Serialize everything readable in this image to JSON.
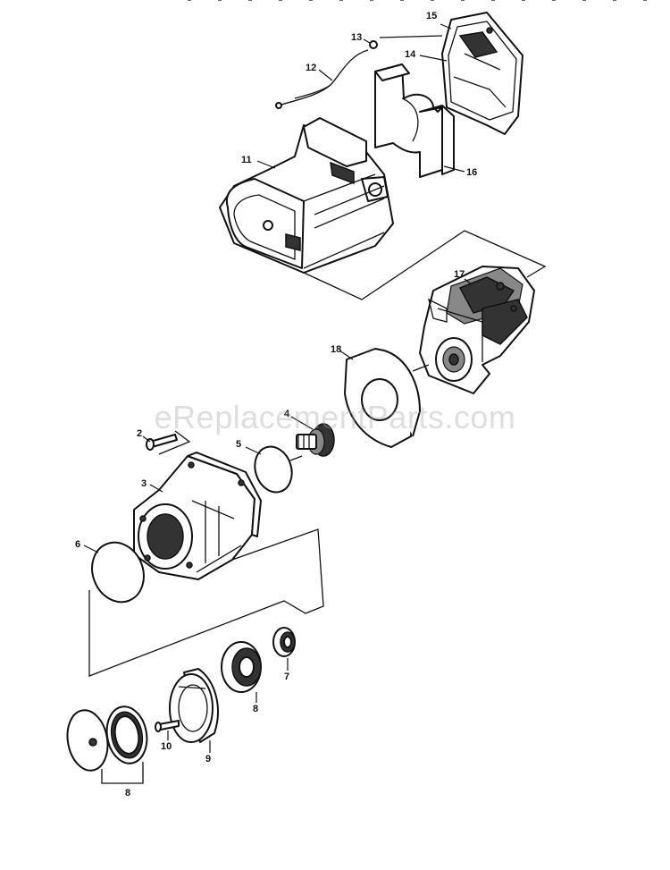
{
  "watermark": "eReplacementParts.com",
  "callouts": {
    "c2": "2",
    "c3": "3",
    "c4": "4",
    "c5": "5",
    "c6": "6",
    "c7": "7",
    "c8": "8",
    "c9": "9",
    "c10": "10",
    "c11": "11",
    "c12": "12",
    "c13": "13",
    "c14": "14",
    "c15": "15",
    "c16": "16",
    "c17": "17",
    "c18": "18",
    "c8b": "8"
  }
}
